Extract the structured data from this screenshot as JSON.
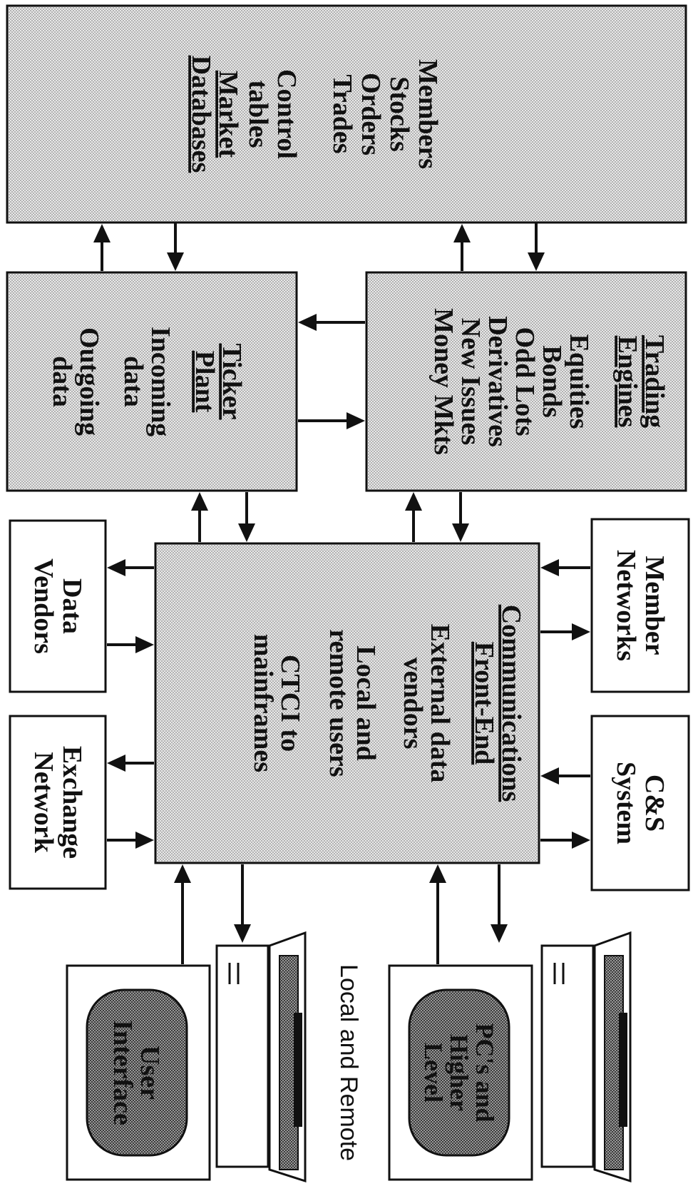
{
  "boxes": {
    "market_databases": {
      "title_lines": [
        "Market",
        "Databases"
      ],
      "items": [
        "Members",
        "Stocks",
        "Orders",
        "Trades",
        "Control",
        "tables"
      ]
    },
    "ticker_plant": {
      "title_lines": [
        "Ticker",
        "Plant"
      ],
      "items": [
        "Incoming",
        "data",
        "Outgoing",
        "data"
      ]
    },
    "trading_engines": {
      "title_lines": [
        "Trading",
        "Engines"
      ],
      "items": [
        "Equities",
        "Bonds",
        "Odd Lots",
        "Derivatives",
        "New Issues",
        "Money Mkts"
      ]
    },
    "communications_front_end": {
      "title_lines": [
        "Communications",
        "Front-End"
      ],
      "items": [
        "External data",
        "vendors",
        "Local and",
        "remote users",
        "CTCI to",
        "mainframes"
      ]
    },
    "data_vendors": {
      "lines": [
        "Data",
        "Vendors"
      ]
    },
    "exchange_network": {
      "lines": [
        "Exchange",
        "Network"
      ]
    },
    "member_networks": {
      "lines": [
        "Member",
        "Networks"
      ]
    },
    "cs_system": {
      "lines": [
        "C&S",
        "System"
      ]
    }
  },
  "terminals": {
    "user_interface": {
      "lines": [
        "User",
        "Interface"
      ]
    },
    "pcs_higher_level": {
      "lines": [
        "PC's and",
        "Higher",
        "Level"
      ]
    }
  },
  "caption": "Local and Remote"
}
